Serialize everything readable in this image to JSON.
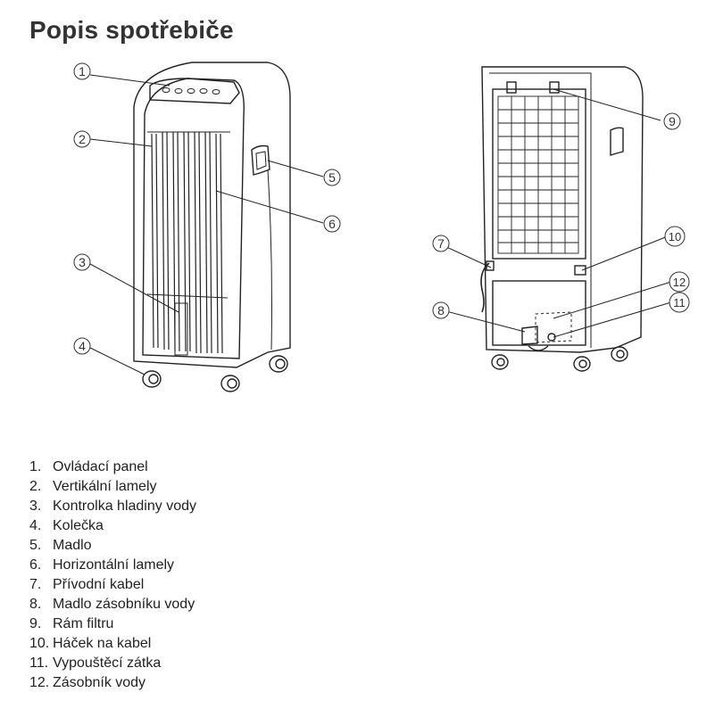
{
  "title": "Popis spotřebiče",
  "callouts": [
    "1",
    "2",
    "3",
    "4",
    "5",
    "6",
    "7",
    "8",
    "9",
    "10",
    "11",
    "12"
  ],
  "parts": [
    {
      "num": "1.",
      "label": "Ovládací panel"
    },
    {
      "num": "2.",
      "label": "Vertikální lamely"
    },
    {
      "num": "3.",
      "label": "Kontrolka hladiny vody"
    },
    {
      "num": "4.",
      "label": "Kolečka"
    },
    {
      "num": "5.",
      "label": "Madlo"
    },
    {
      "num": "6.",
      "label": "Horizontální lamely"
    },
    {
      "num": "7.",
      "label": "Přívodní kabel"
    },
    {
      "num": "8.",
      "label": "Madlo zásobníku vody"
    },
    {
      "num": "9.",
      "label": "Rám filtru"
    },
    {
      "num": "10.",
      "label": "Háček na kabel"
    },
    {
      "num": "11.",
      "label": "Vypouštěcí zátka"
    },
    {
      "num": "12.",
      "label": "Zásobník vody"
    }
  ]
}
